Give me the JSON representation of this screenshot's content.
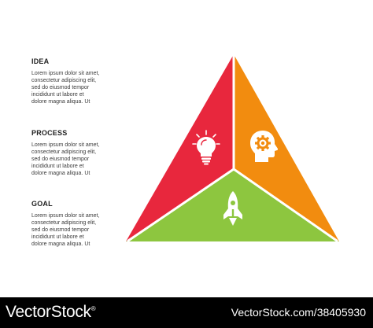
{
  "sections": [
    {
      "title": "IDEA",
      "lines": [
        "Lorem ipsum dolor sit amet,",
        "consectetur adipiscing elit,",
        "sed do eiusmod tempor",
        "incididunt ut labore et",
        "dolore magna aliqua. Ut"
      ]
    },
    {
      "title": "PROCESS",
      "lines": [
        "Lorem ipsum dolor sit amet,",
        "consectetur adipiscing elit,",
        "sed do eiusmod tempor",
        "incididunt ut labore et",
        "dolore magna aliqua. Ut"
      ]
    },
    {
      "title": "GOAL",
      "lines": [
        "Lorem ipsum dolor sit amet,",
        "consectetur adipiscing elit,",
        "sed do eiusmod tempor",
        "incididunt ut labore et",
        "dolore magna aliqua. Ut"
      ]
    }
  ],
  "diagram": {
    "segments": [
      {
        "key": "idea",
        "color": "#e8273d",
        "icon": "lightbulb-icon"
      },
      {
        "key": "process",
        "color": "#f28c0f",
        "icon": "head-gear-icon"
      },
      {
        "key": "goal",
        "color": "#8dc63f",
        "icon": "rocket-icon"
      }
    ],
    "icon_color": "#ffffff",
    "separator_color": "#ffffff"
  },
  "footer": {
    "brand": "VectorStock",
    "brand_mark": "®",
    "image_id": "VectorStock.com/38405930"
  }
}
